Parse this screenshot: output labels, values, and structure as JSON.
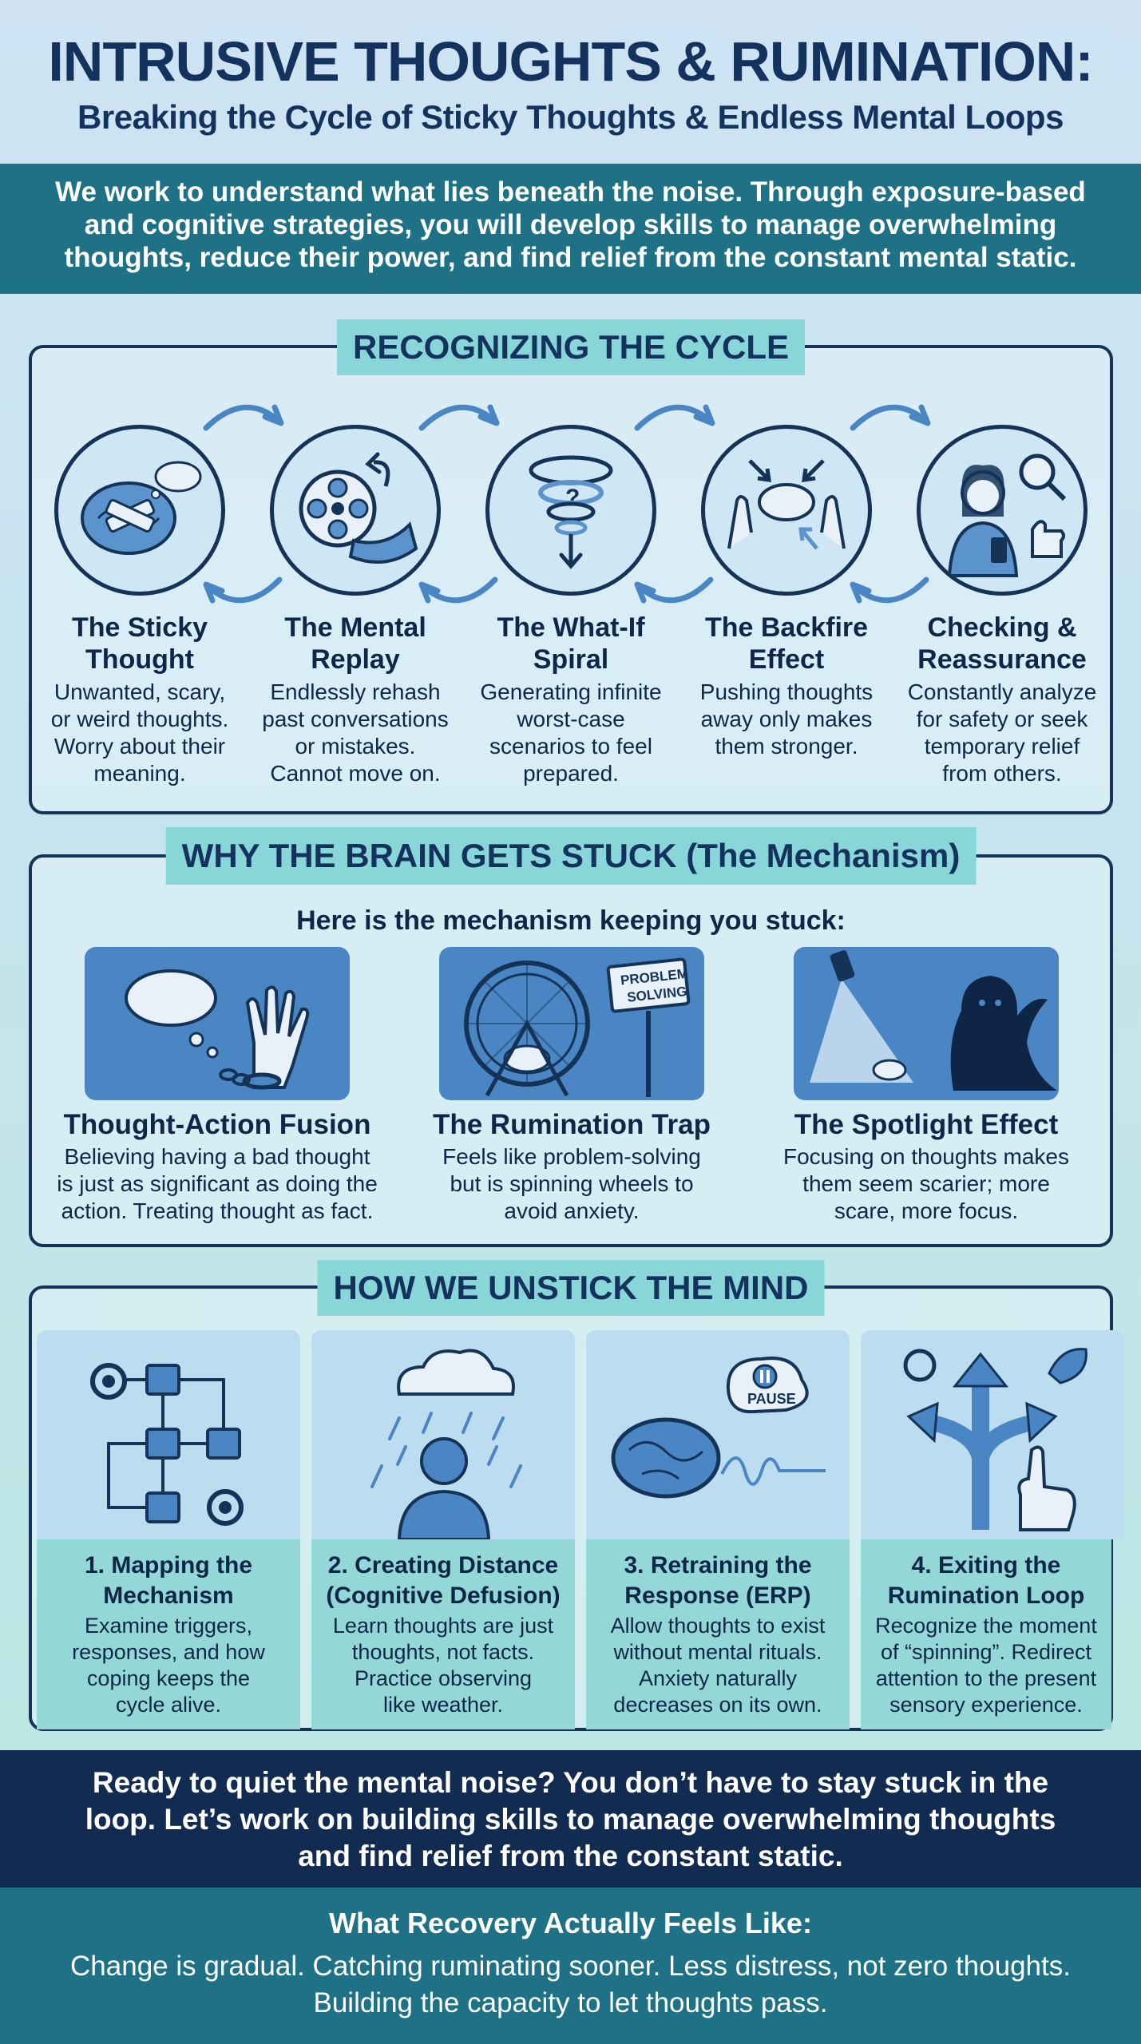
{
  "header": {
    "title": "INTRUSIVE THOUGHTS & RUMINATION:",
    "subtitle": "Breaking the Cycle of Sticky Thoughts & Endless Mental Loops"
  },
  "intro": {
    "line1": "We work to understand what lies beneath the noise. Through exposure-based",
    "line2": "and cognitive strategies, you will develop skills to manage overwhelming",
    "line3": "thoughts, reduce their power, and find relief from the constant mental static."
  },
  "cycle": {
    "heading": "RECOGNIZING THE CYCLE",
    "items": [
      {
        "title1": "The Sticky",
        "title2": "Thought",
        "desc": [
          "Unwanted, scary,",
          "or weird thoughts.",
          "Worry about their",
          "meaning."
        ],
        "icon": "brain-bandage-icon"
      },
      {
        "title1": "The Mental",
        "title2": "Replay",
        "desc": [
          "Endlessly rehash",
          "past conversations",
          "or mistakes.",
          "Cannot move on."
        ],
        "icon": "film-reel-icon"
      },
      {
        "title1": "The What-If",
        "title2": "Spiral",
        "desc": [
          "Generating infinite",
          "worst-case",
          "scenarios to feel",
          "prepared."
        ],
        "icon": "spiral-question-icon"
      },
      {
        "title1": "The Backfire",
        "title2": "Effect",
        "desc": [
          "Pushing thoughts",
          "away only makes",
          "them stronger."
        ],
        "icon": "pushing-hands-icon"
      },
      {
        "title1": "Checking &",
        "title2": "Reassurance",
        "desc": [
          "Constantly analyze",
          "for safety or seek",
          "temporary relief",
          "from others."
        ],
        "icon": "person-phone-icon"
      }
    ]
  },
  "mechanism": {
    "heading": "WHY THE BRAIN GETS STUCK",
    "heading_suffix": "(The Mechanism)",
    "lead": "Here is the mechanism keeping you stuck:",
    "items": [
      {
        "title": "Thought-Action Fusion",
        "desc": [
          "Believing having a bad thought",
          "is just as significant as doing the",
          "action. Treating thought as fact."
        ],
        "icon": "chained-hand-icon"
      },
      {
        "title": "The Rumination Trap",
        "desc": [
          "Feels like problem-solving",
          "but is spinning wheels to",
          "avoid anxiety."
        ],
        "icon": "hamster-wheel-icon",
        "sign": [
          "PROBLEM",
          "SOLVING"
        ]
      },
      {
        "title": "The Spotlight Effect",
        "desc": [
          "Focusing on thoughts makes",
          "them seem scarier; more",
          "scare, more focus."
        ],
        "icon": "spotlight-shadow-icon"
      }
    ]
  },
  "unstick": {
    "heading": "HOW WE UNSTICK THE MIND",
    "steps": [
      {
        "title1": "1. Mapping the",
        "title2": "Mechanism",
        "desc": [
          "Examine triggers,",
          "responses, and how",
          "coping keeps the",
          "cycle alive."
        ],
        "icon": "flowchart-gears-icon"
      },
      {
        "title1": "2. Creating Distance",
        "title2": "(Cognitive Defusion)",
        "desc": [
          "Learn thoughts are just",
          "thoughts, not facts.",
          "Practice observing",
          "like weather."
        ],
        "icon": "person-rain-cloud-icon"
      },
      {
        "title1": "3. Retraining the",
        "title2": "Response (ERP)",
        "desc": [
          "Allow thoughts to exist",
          "without mental rituals.",
          "Anxiety naturally",
          "decreases on its own."
        ],
        "icon": "brain-pause-icon",
        "pause_label": "PAUSE"
      },
      {
        "title1": "4. Exiting the",
        "title2": "Rumination Loop",
        "desc": [
          "Recognize the moment",
          "of “spinning”. Redirect",
          "attention to the present",
          "sensory experience."
        ],
        "icon": "branching-arrows-icon"
      }
    ]
  },
  "cta": {
    "line1": "Ready to quiet the mental noise? You don’t have to stay stuck in the",
    "line2": "loop. Let’s work on building skills to manage overwhelming thoughts",
    "line3": "and find relief from the constant static."
  },
  "recovery": {
    "title": "What Recovery Actually Feels Like:",
    "line1": "Change is gradual. Catching ruminating sooner. Less distress, not zero thoughts.",
    "line2": "Building the capacity to let thoughts pass."
  },
  "colors": {
    "navy": "#112b51",
    "teal": "#1f7285",
    "heading_teal": "#89d6d8",
    "icon_blue": "#4a86c4"
  }
}
